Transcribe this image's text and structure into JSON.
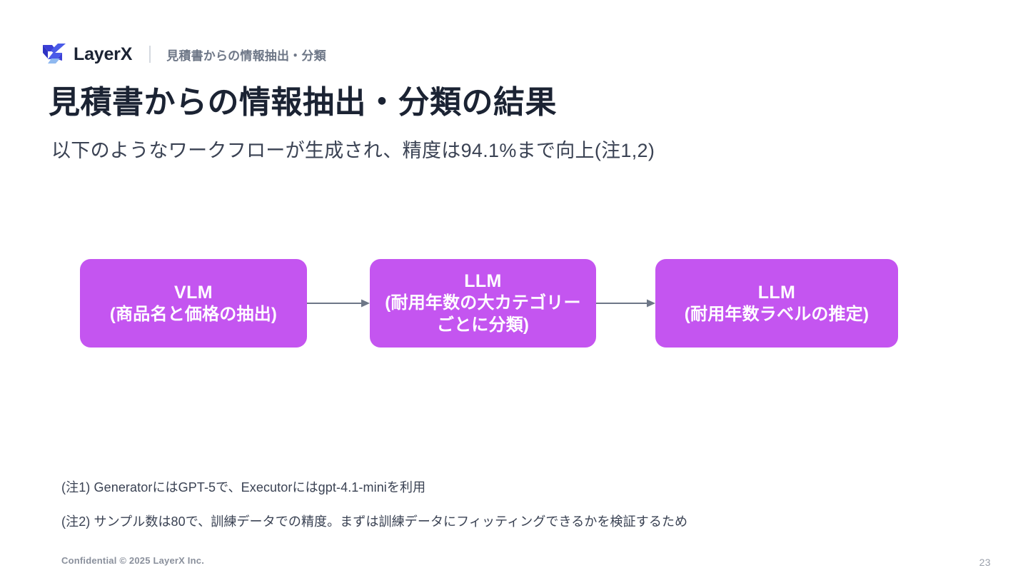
{
  "header": {
    "logo_icon": "layerx-butterfly-logo-icon",
    "logo_wordmark": "LayerX",
    "subject": "見積書からの情報抽出・分類",
    "logo_colors": {
      "dark_blue": "#3B3FD6",
      "mid_blue": "#4A5BE8",
      "light_blue": "#8FB9F0",
      "wordmark": "#1B2333"
    }
  },
  "title": "見積書からの情報抽出・分類の結果",
  "subtitle": "以下のようなワークフローが生成され、精度は94.1%まで向上(注1,2)",
  "flow": {
    "box_color": "#C455F0",
    "arrow_color": "#6E7787",
    "boxes": [
      {
        "title": "VLM",
        "subtitle": "(商品名と価格の抽出)"
      },
      {
        "title": "LLM",
        "subtitle": "(耐用年数の大カテゴリーごとに分類)"
      },
      {
        "title": "LLM",
        "subtitle": "(耐用年数ラベルの推定)"
      }
    ],
    "arrows": [
      {
        "name": "arrow-vlm-to-llm1"
      },
      {
        "name": "arrow-llm1-to-llm2"
      }
    ]
  },
  "notes": [
    "(注1) GeneratorにはGPT-5で、Executorにはgpt-4.1-miniを利用",
    "(注2) サンプル数は80で、訓練データでの精度。まずは訓練データにフィッティングできるかを検証するため"
  ],
  "footer": {
    "confidential": "Confidential © 2025 LayerX Inc.",
    "page_number": "23"
  }
}
